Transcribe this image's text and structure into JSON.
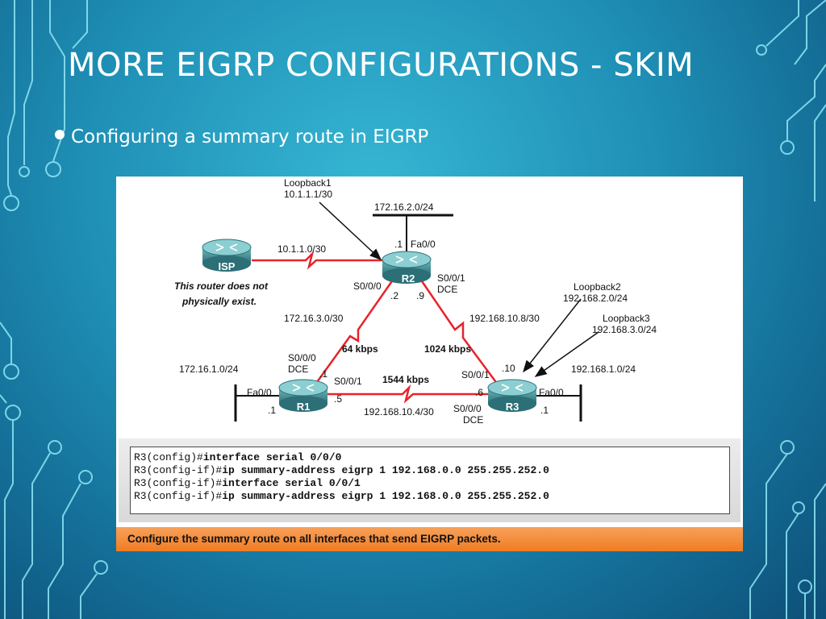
{
  "slide": {
    "title": "MORE EIGRP CONFIGURATIONS - SKIM",
    "bullet": "Configuring a summary route in EIGRP"
  },
  "colors": {
    "accent_link": "#e8232a",
    "caption_bar": "#f2872f",
    "router_body": "#3f8f96",
    "circuit_lines": "#8fe6f5"
  },
  "diagram": {
    "routers": {
      "isp": "ISP",
      "r1": "R1",
      "r2": "R2",
      "r3": "R3"
    },
    "isp_note_line1": "This router does not",
    "isp_note_line2": "physically exist.",
    "loopback1_name": "Loopback1",
    "loopback1_addr": "10.1.1.1/30",
    "loopback2_name": "Loopback2",
    "loopback2_addr": "192.168.2.0/24",
    "loopback3_name": "Loopback3",
    "loopback3_addr": "192.168.3.0/24",
    "isp_r2_net": "10.1.1.0/30",
    "r2_lan_net": "172.16.2.0/24",
    "r2_fa_host": ".1",
    "r2_fa_if": "Fa0/0",
    "r2_s000": "S0/0/0",
    "r2_s001": "S0/0/1",
    "r2_dce": "DCE",
    "r2_host_left": ".2",
    "r2_host_right": ".9",
    "r1_r2_net": "172.16.3.0/30",
    "r1_r2_bw": "64 kbps",
    "r2_r3_net": "192.168.10.8/30",
    "r2_r3_bw": "1024 kbps",
    "r1_s000": "S0/0/0",
    "r1_dce": "DCE",
    "r1_s000_host": ".1",
    "r1_s001": "S0/0/1",
    "r1_s001_host": ".5",
    "r1_lan_net": "172.16.1.0/24",
    "r1_fa_if": "Fa0/0",
    "r1_fa_host": ".1",
    "r1_r3_bw": "1544 kbps",
    "r1_r3_net": "192.168.10.4/30",
    "r3_s001": "S0/0/1",
    "r3_s001_host": ".10",
    "r3_s000_host": ".6",
    "r3_s000": "S0/0/0",
    "r3_dce": "DCE",
    "r3_lan_net": "192.168.1.0/24",
    "r3_fa_if": "Fa0/0",
    "r3_fa_host": ".1"
  },
  "commands": [
    {
      "prompt": "R3(config)#",
      "cmd": "interface serial 0/0/0"
    },
    {
      "prompt": "R3(config-if)#",
      "cmd": "ip summary-address eigrp 1 192.168.0.0 255.255.252.0"
    },
    {
      "prompt": "R3(config-if)#",
      "cmd": "interface serial 0/0/1"
    },
    {
      "prompt": "R3(config-if)#",
      "cmd": "ip summary-address eigrp 1 192.168.0.0 255.255.252.0"
    }
  ],
  "caption": "Configure the summary route on all interfaces that send EIGRP packets."
}
